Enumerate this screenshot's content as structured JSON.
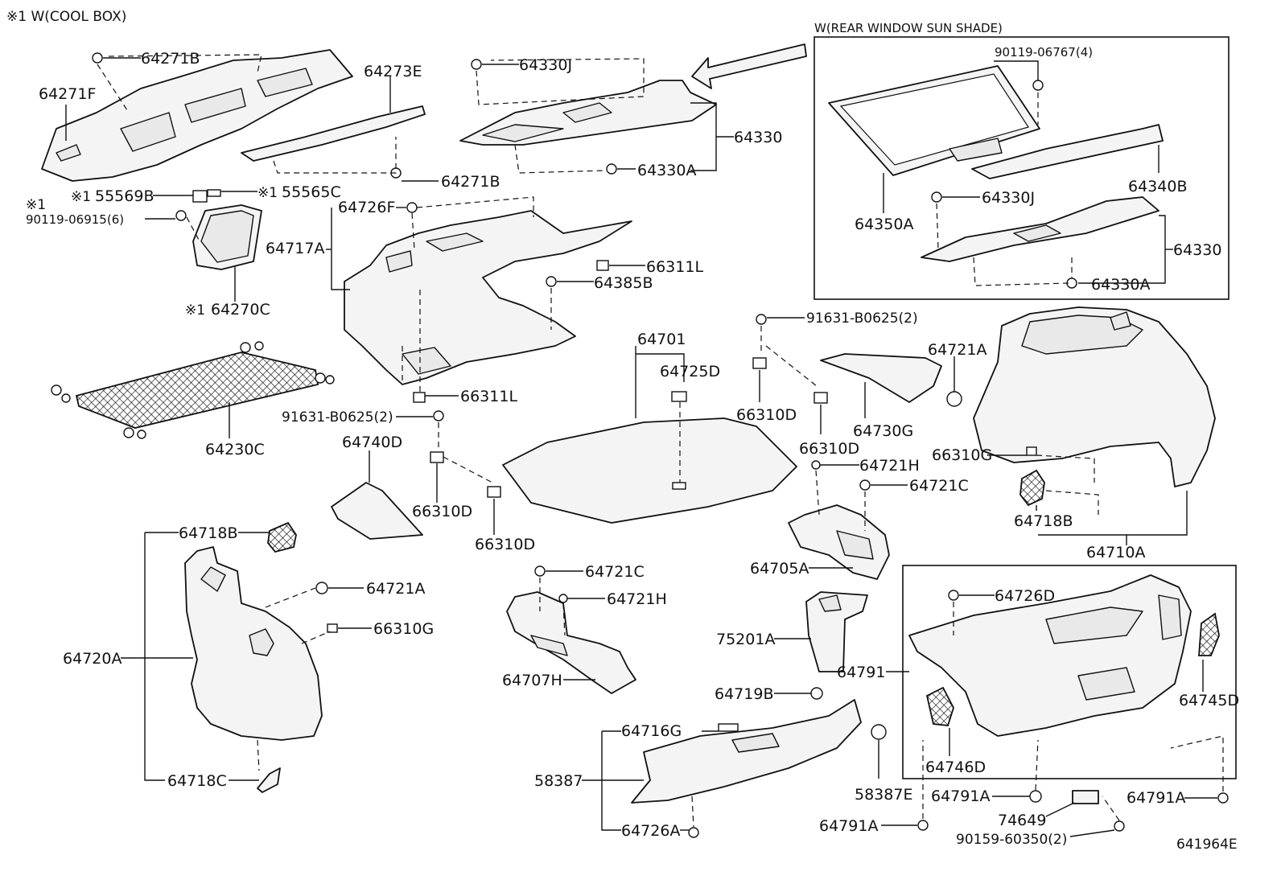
{
  "notes": {
    "cool_box": "※1 W(COOL BOX)",
    "sun_shade": "W(REAR WINDOW SUN SHADE)",
    "ref1": "※1",
    "ref2": "※1",
    "ref3": "※1",
    "ref4": "※1"
  },
  "labels": {
    "l64271B_top": "64271B",
    "l64271F": "64271F",
    "l64273E": "64273E",
    "l64271B_mid": "64271B",
    "l55569B": "55569B",
    "l55565C": "55565C",
    "l90119_06915": "90119-06915(6)",
    "l64270C": "64270C",
    "l64330J_top": "64330J",
    "l64330": "64330",
    "l64330A": "64330A",
    "l64726F": "64726F",
    "l64717A": "64717A",
    "l66311L_top": "66311L",
    "l64385B": "64385B",
    "l66311L_bot": "66311L",
    "l64230C": "64230C",
    "l91631_a": "91631-B0625(2)",
    "l64740D": "64740D",
    "l66310D_1": "66310D",
    "l66310D_2": "66310D",
    "l64701": "64701",
    "l64725D": "64725D",
    "l91631_b": "91631-B0625(2)",
    "l66310D_3": "66310D",
    "l66310D_4": "66310D",
    "l64730G": "64730G",
    "l64721H_r": "64721H",
    "l64721C_r": "64721C",
    "l64705A": "64705A",
    "l90119_06767": "90119-06767(4)",
    "l64340B": "64340B",
    "l64330J_r": "64330J",
    "l64350A": "64350A",
    "l64330_r": "64330",
    "l64330A_r": "64330A",
    "l64721A_r": "64721A",
    "l66310G_r": "66310G",
    "l64718B_r": "64718B",
    "l64710A": "64710A",
    "l64718B_l": "64718B",
    "l64721A_l": "64721A",
    "l66310G_l": "66310G",
    "l64720A": "64720A",
    "l64718C": "64718C",
    "l64721C_m": "64721C",
    "l64721H_m": "64721H",
    "l64707H": "64707H",
    "l75201A": "75201A",
    "l64791": "64791",
    "l64726D": "64726D",
    "l64745D": "64745D",
    "l64746D": "64746D",
    "l64719B": "64719B",
    "l64716G": "64716G",
    "l58387": "58387",
    "l64726A": "64726A",
    "l58387E": "58387E",
    "l64791A_1": "64791A",
    "l64791A_2": "64791A",
    "l64791A_3": "64791A",
    "l74649": "74649",
    "l90159_60350": "90159-60350(2)",
    "l641964E": "641964E"
  },
  "colors": {
    "line": "#111111",
    "fill": "#f4f4f4",
    "background": "#ffffff"
  }
}
